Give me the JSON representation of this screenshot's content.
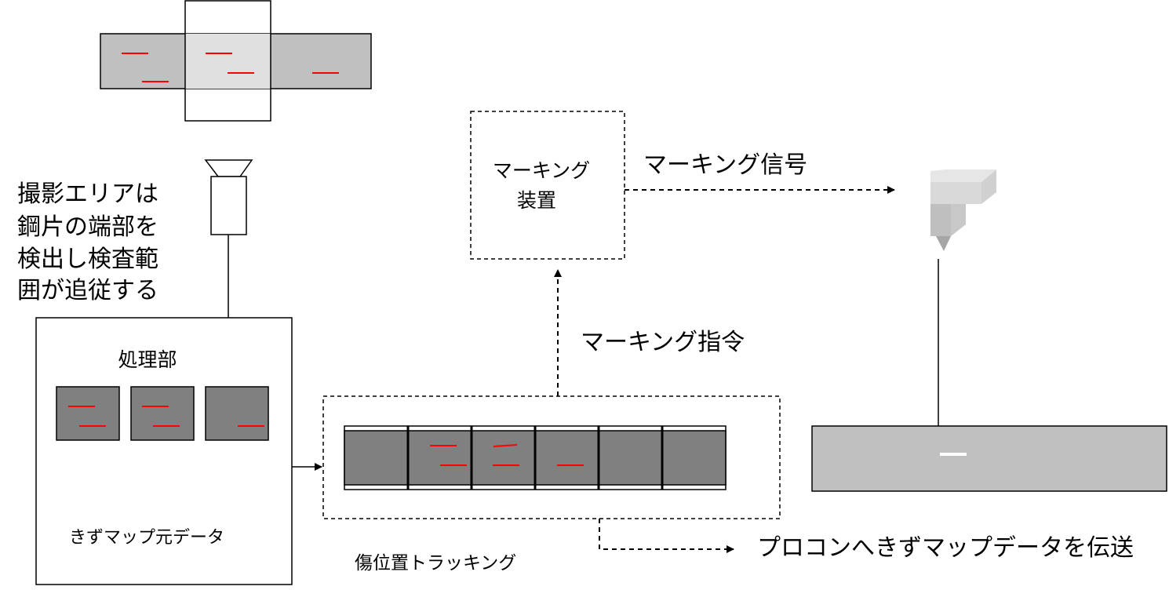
{
  "labels": {
    "camera_note_line1": "撮影エリアは",
    "camera_note_line2": "鋼片の端部を",
    "camera_note_line3": "検出し検査範",
    "camera_note_line4": "囲が追従する",
    "processing_title": "処理部",
    "flaw_map_source": "きずマップ元データ",
    "tracking_label": "傷位置トラッキング",
    "marking_device_line1": "マーキング",
    "marking_device_line2": "装置",
    "marking_signal": "マーキング信号",
    "marking_command": "マーキング指令",
    "transfer_label": "プロコンへきずマップデータを伝送"
  },
  "colors": {
    "flaw": "#ff0000",
    "steel_gray": "#c0c0c0",
    "overlap_gray": "#e0e0e0",
    "image_gray": "#808080",
    "marker_light": "#d9d9d9",
    "marker_dark": "#bfbfbf"
  },
  "icons": {
    "camera": "camera-icon",
    "marker_head": "marking-head-icon"
  }
}
